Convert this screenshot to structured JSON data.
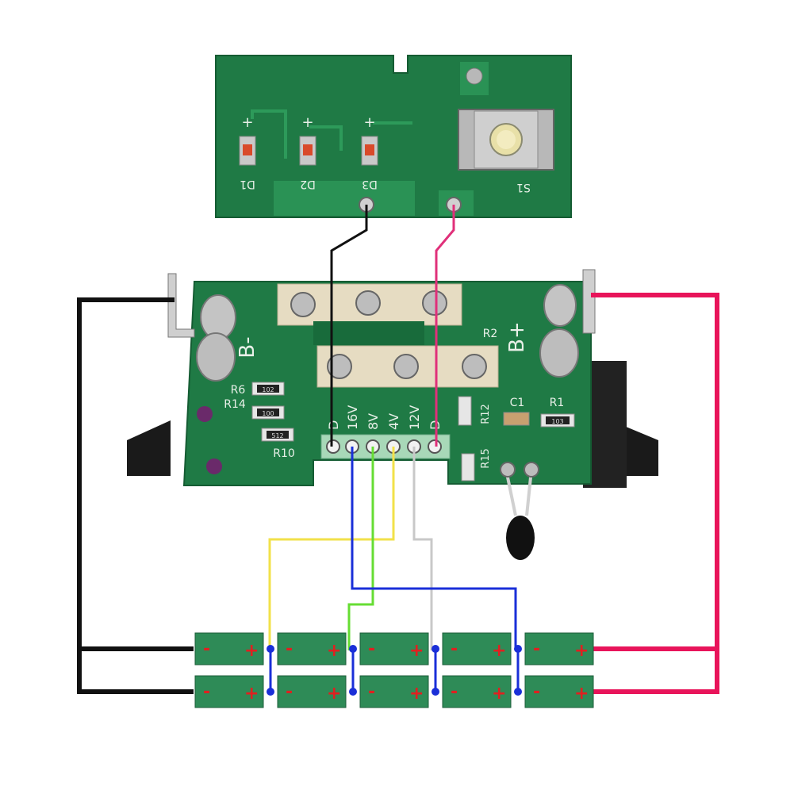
{
  "led_board": {
    "leds": [
      "D1",
      "D2",
      "D3"
    ],
    "switch_label": "S1",
    "plus_sign": "+"
  },
  "bms_board": {
    "terminal_minus": "B-",
    "terminal_plus": "B+",
    "pin_labels": [
      "D",
      "16V",
      "8V",
      "4V",
      "12V",
      "D"
    ],
    "left_components": [
      "R6",
      "R14",
      "R10"
    ],
    "right_components": [
      "C1",
      "R1",
      "R12",
      "R15",
      "R2"
    ],
    "chip_codes": [
      "102",
      "100",
      "512",
      "103"
    ]
  },
  "battery": {
    "rows": 2,
    "cells_per_row": 5,
    "neg_sign": "-",
    "pos_sign": "+"
  },
  "colors": {
    "pcb": "#1f7a45",
    "pcb_edge": "#155c33",
    "cell": "#2e8b57",
    "wire_black": "#111111",
    "wire_red": "#e8145a",
    "wire_pink": "#e0307a",
    "wire_blue": "#1a2fd8",
    "wire_green": "#66dd33",
    "wire_yellow": "#f2e14a",
    "wire_gray": "#c8c8c8"
  }
}
